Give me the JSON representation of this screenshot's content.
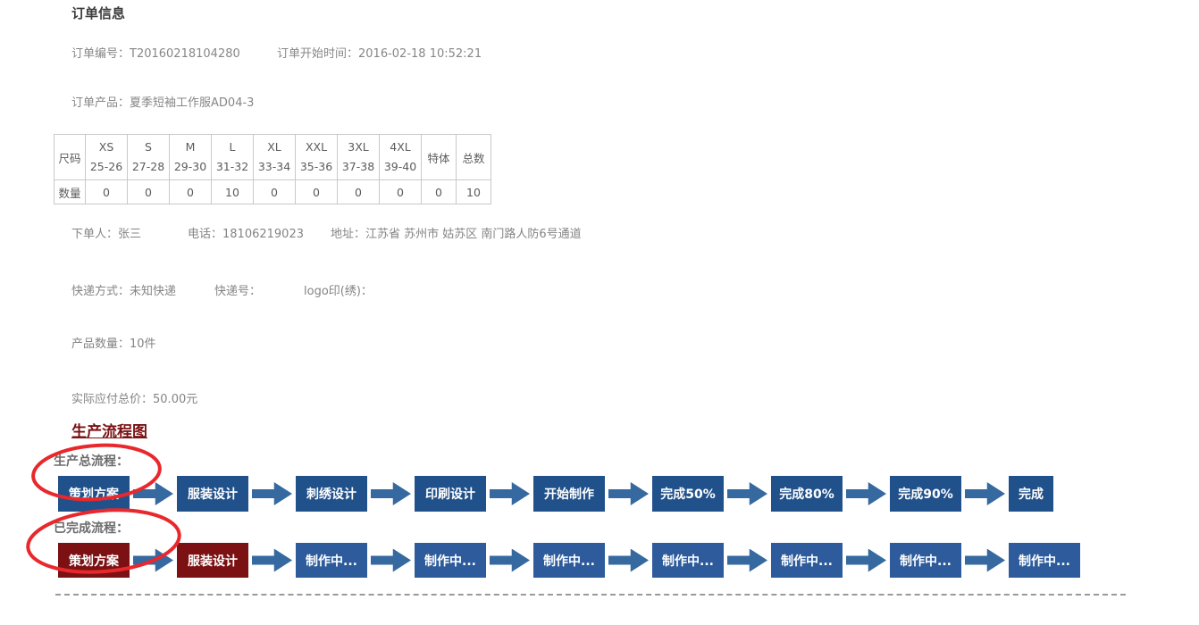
{
  "order_info": {
    "title": "订单信息",
    "order_no_label": "订单编号：",
    "order_no": "T20160218104280",
    "start_time_label": "订单开始时间：",
    "start_time": "2016-02-18 10:52:21",
    "product_label": "订单产品：",
    "product": "夏季短袖工作服AD04-3",
    "buyer_label": "下单人：",
    "buyer": "张三",
    "phone_label": "电话：",
    "phone": "18106219023",
    "address_label": "地址：",
    "address": "江苏省 苏州市 姑苏区 南门路人防6号通道",
    "express_label": "快递方式：",
    "express": "未知快递",
    "tracking_label": "快递号：",
    "tracking": "",
    "logo_label": "logo印(绣)：",
    "logo": "",
    "quantity_label": "产品数量：",
    "quantity": "10件",
    "total_label": "实际应付总价：",
    "total": "50.00元",
    "size_table": {
      "row_header": "尺码",
      "qty_header": "数量",
      "columns": [
        {
          "size": "XS",
          "range": "25-26",
          "qty": "0"
        },
        {
          "size": "S",
          "range": "27-28",
          "qty": "0"
        },
        {
          "size": "M",
          "range": "29-30",
          "qty": "0"
        },
        {
          "size": "L",
          "range": "31-32",
          "qty": "10"
        },
        {
          "size": "XL",
          "range": "33-34",
          "qty": "0"
        },
        {
          "size": "XXL",
          "range": "35-36",
          "qty": "0"
        },
        {
          "size": "3XL",
          "range": "37-38",
          "qty": "0"
        },
        {
          "size": "4XL",
          "range": "39-40",
          "qty": "0"
        },
        {
          "size": "特体",
          "range": "",
          "qty": "0"
        },
        {
          "size": "总数",
          "range": "",
          "qty": "10"
        }
      ]
    }
  },
  "flow": {
    "heading": "生产流程图",
    "rows": [
      {
        "label": "生产总流程：",
        "steps": [
          {
            "text": "策划方案",
            "done": false
          },
          {
            "text": "服装设计",
            "done": false
          },
          {
            "text": "刺绣设计",
            "done": false
          },
          {
            "text": "印刷设计",
            "done": false
          },
          {
            "text": "开始制作",
            "done": false
          },
          {
            "text": "完成50%",
            "done": false
          },
          {
            "text": "完成80%",
            "done": false
          },
          {
            "text": "完成90%",
            "done": false
          },
          {
            "text": "完成",
            "done": false,
            "narrow": true
          }
        ]
      },
      {
        "label": "已完成流程：",
        "steps": [
          {
            "text": "策划方案",
            "done": true
          },
          {
            "text": "服装设计",
            "done": true
          },
          {
            "text": "制作中...",
            "done": false
          },
          {
            "text": "制作中...",
            "done": false
          },
          {
            "text": "制作中...",
            "done": false
          },
          {
            "text": "制作中...",
            "done": false
          },
          {
            "text": "制作中...",
            "done": false
          },
          {
            "text": "制作中...",
            "done": false
          },
          {
            "text": "制作中...",
            "done": false
          }
        ]
      }
    ],
    "colors": {
      "box_blue": "#21518b",
      "box_blue2": "#2d5b9b",
      "box_done": "#7b1113",
      "arrow": "#35699f",
      "annotation": "#e8282c"
    }
  }
}
